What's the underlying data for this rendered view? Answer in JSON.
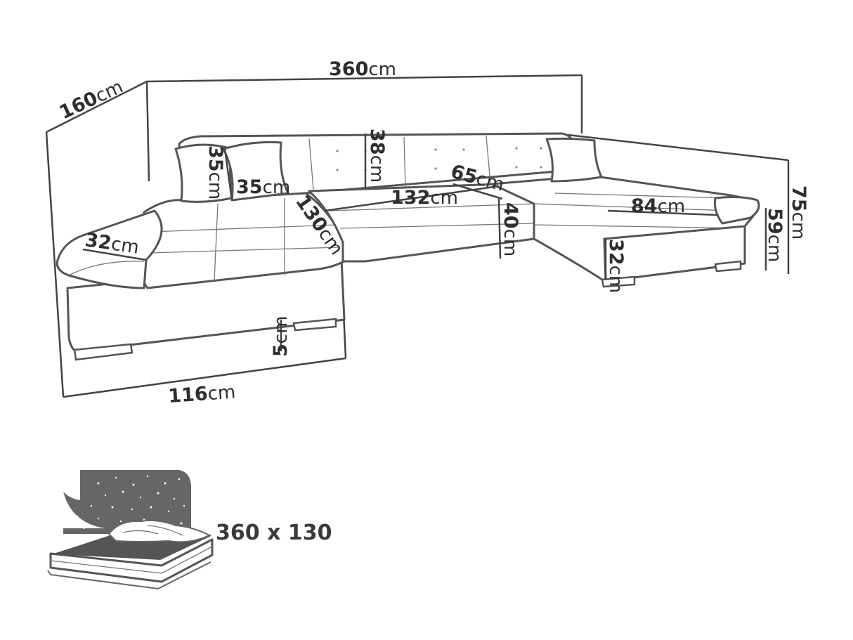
{
  "dimensions": {
    "total_width": {
      "value": "360",
      "unit": "cm"
    },
    "depth_left": {
      "value": "160",
      "unit": "cm"
    },
    "back_height": {
      "value": "38",
      "unit": "cm"
    },
    "cushion_left": {
      "value": "35",
      "unit": "cm"
    },
    "cushion_height_left": {
      "value": "35",
      "unit": "cm"
    },
    "seat_depth_middle": {
      "value": "65",
      "unit": "cm"
    },
    "seat_width_middle": {
      "value": "132",
      "unit": "cm"
    },
    "chaise_length": {
      "value": "130",
      "unit": "cm"
    },
    "armrest_width": {
      "value": "32",
      "unit": "cm"
    },
    "seat_height": {
      "value": "40",
      "unit": "cm"
    },
    "chaise_width_right": {
      "value": "84",
      "unit": "cm"
    },
    "total_height": {
      "value": "75",
      "unit": "cm"
    },
    "armrest_height": {
      "value": "59",
      "unit": "cm"
    },
    "base_height_right": {
      "value": "32",
      "unit": "cm"
    },
    "leg_height": {
      "value": "5",
      "unit": "cm"
    },
    "chaise_width_left": {
      "value": "116",
      "unit": "cm"
    }
  },
  "sleeping_area": {
    "label": "360 x 130"
  }
}
